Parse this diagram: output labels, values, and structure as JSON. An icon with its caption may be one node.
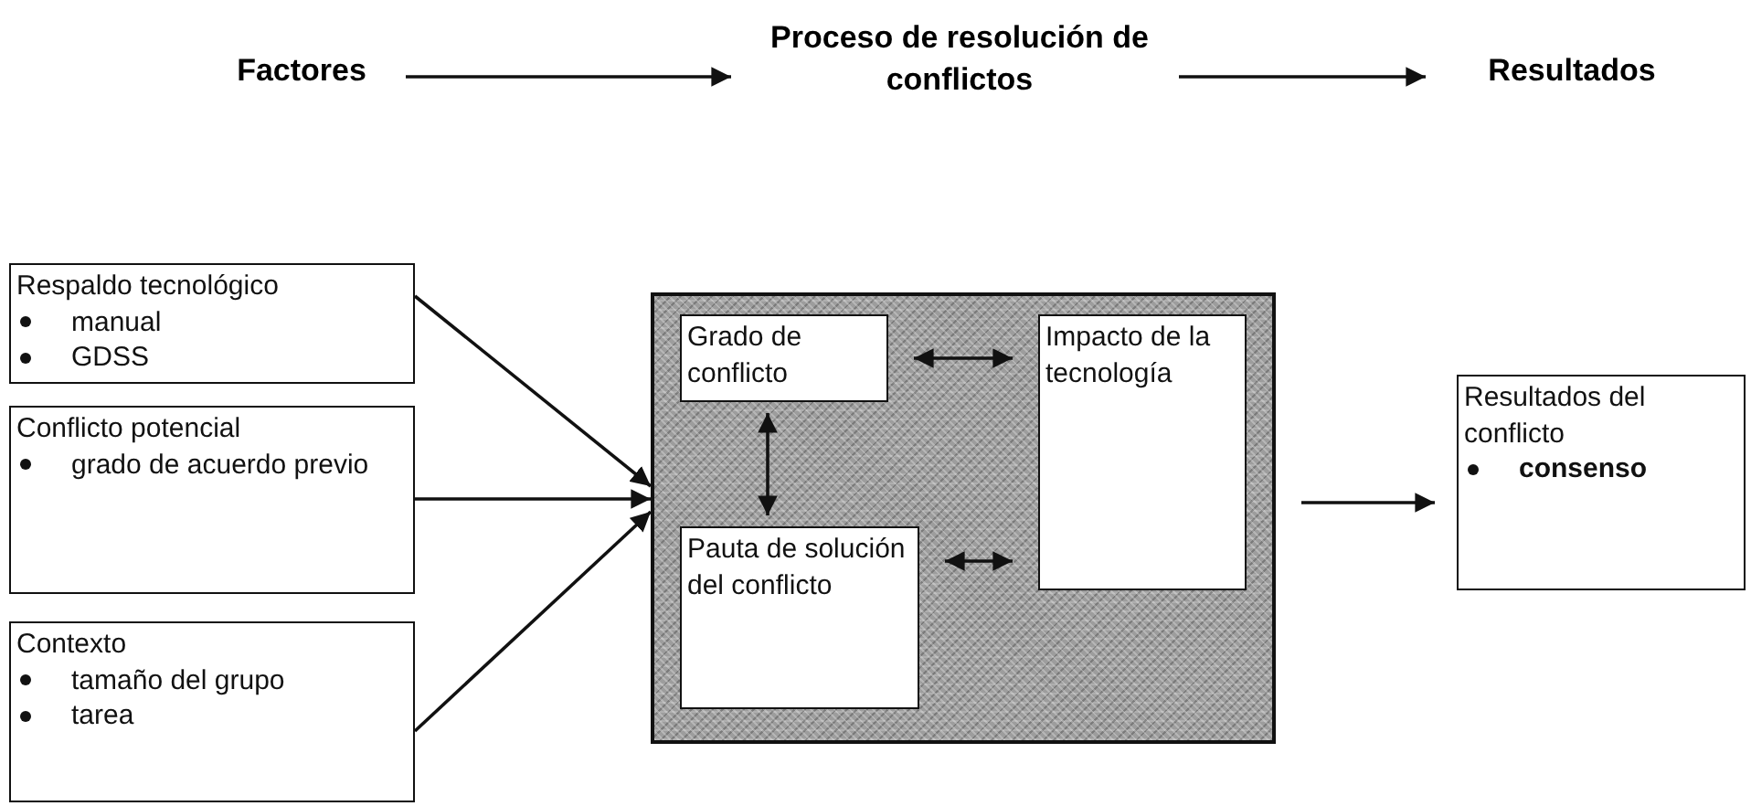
{
  "diagram": {
    "nodes": [
      {
        "text": [
          "Factores"
        ]
      },
      {
        "text": [
          "Proceso de resolución de conflictos"
        ]
      },
      {
        "text": [
          "Resultados"
        ]
      },
      {
        "text": [
          "Respaldo tecnológico",
          "manual",
          "GDSS"
        ]
      },
      {
        "text": [
          "Conflicto potencial",
          "grado de acuerdo previo"
        ]
      },
      {
        "text": [
          "Contexto",
          "tamaño del grupo",
          "tarea"
        ]
      },
      {
        "text": [],
        "shape": "box"
      },
      {
        "text": [
          "Grado de conflicto"
        ],
        "in": 6
      },
      {
        "text": [
          "Impacto de la tecnología"
        ],
        "in": 6
      },
      {
        "text": [
          "Pauta de solución del conflicto"
        ],
        "in": 6
      },
      {
        "text": [
          "Resultados del conflicto",
          "**consenso**"
        ]
      }
    ],
    "edges": [
      {
        "from": 0,
        "to": 1,
        "arrow": "to"
      },
      {
        "from": 1,
        "to": 2,
        "arrow": "to"
      },
      {
        "from": 3,
        "to": 6,
        "arrow": "to"
      },
      {
        "from": 4,
        "to": 6,
        "arrow": "to"
      },
      {
        "from": 5,
        "to": 6,
        "arrow": "to"
      },
      {
        "from": 7,
        "to": 8,
        "arrow": "both"
      },
      {
        "from": 7,
        "to": 9,
        "arrow": "both"
      },
      {
        "from": 9,
        "to": 8,
        "arrow": "both"
      },
      {
        "from": 6,
        "to": 10,
        "arrow": "to"
      }
    ]
  }
}
